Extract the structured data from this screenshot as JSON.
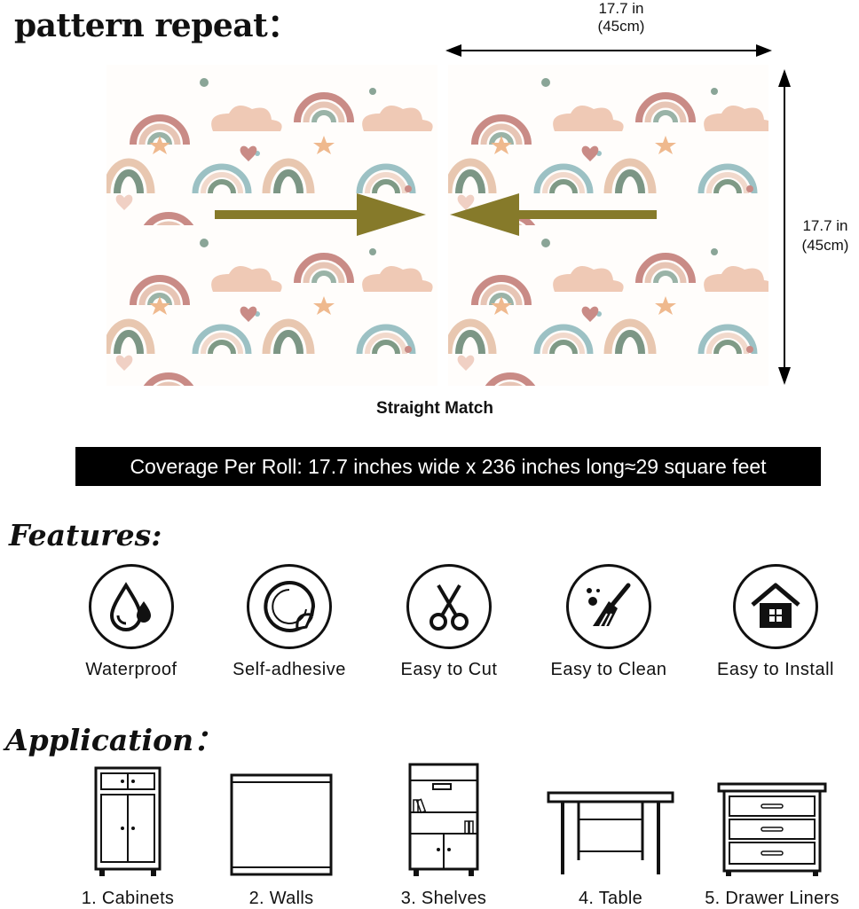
{
  "header": {
    "title": "pattern repeat："
  },
  "dimensions": {
    "width_in": "17.7 in",
    "width_cm": "(45cm)",
    "height_in": "17.7 in",
    "height_cm": "(45cm)"
  },
  "pattern": {
    "match_label": "Straight Match",
    "arrow_color": "#867a2a"
  },
  "coverage": {
    "text": "Coverage Per Roll: 17.7 inches wide x 236 inches long≈29 square feet"
  },
  "features": {
    "heading": "Features:",
    "items": [
      {
        "label": "Waterproof",
        "icon": "water-drop-icon"
      },
      {
        "label": "Self-adhesive",
        "icon": "peel-sticker-icon"
      },
      {
        "label": "Easy to Cut",
        "icon": "scissors-icon"
      },
      {
        "label": "Easy to Clean",
        "icon": "broom-icon"
      },
      {
        "label": "Easy to Install",
        "icon": "house-icon"
      }
    ]
  },
  "application": {
    "heading": "Application：",
    "items": [
      {
        "label": "1. Cabinets",
        "icon": "cabinet-icon"
      },
      {
        "label": "2. Walls",
        "icon": "wall-icon"
      },
      {
        "label": "3. Shelves",
        "icon": "shelves-icon"
      },
      {
        "label": "4. Table",
        "icon": "table-icon"
      },
      {
        "label": "5. Drawer Liners",
        "icon": "drawer-icon"
      }
    ]
  }
}
